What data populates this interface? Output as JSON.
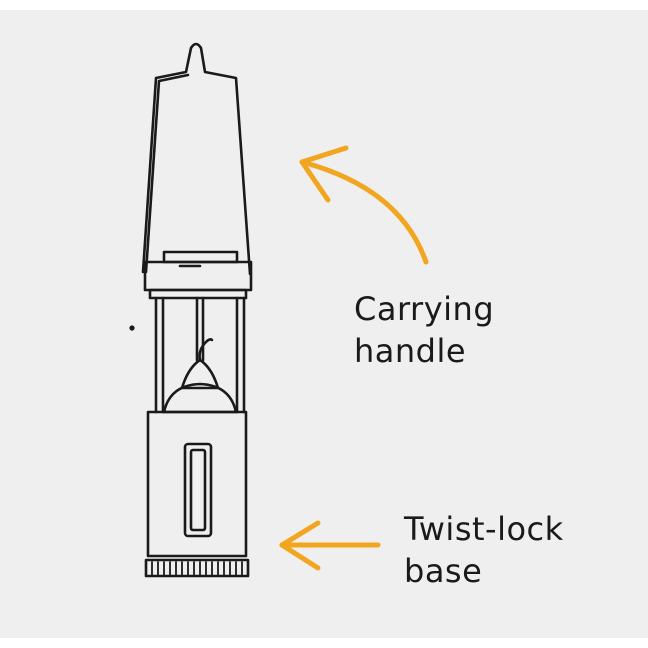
{
  "colors": {
    "background": "#efefef",
    "outline": "#1a1a1a",
    "arrow": "#f2a51f"
  },
  "icons": {
    "lantern": "lantern-icon",
    "arrow_handle": "curved-arrow-icon",
    "arrow_base": "left-arrow-icon"
  },
  "labels": {
    "handle": {
      "line1": "Carrying",
      "line2": "handle"
    },
    "base": {
      "line1": "Twist-lock",
      "line2": "base"
    }
  }
}
